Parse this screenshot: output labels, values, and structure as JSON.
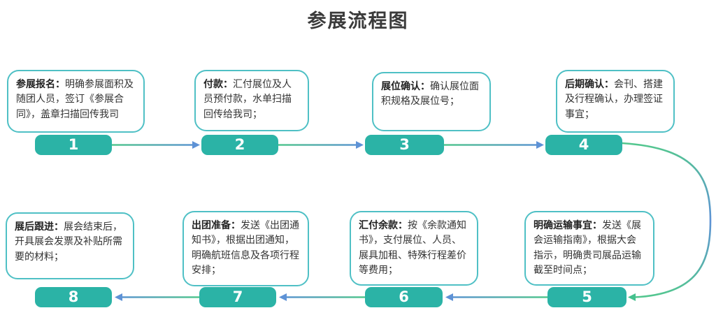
{
  "title": "参展流程图",
  "colors": {
    "bar_teal": "#2bb3a6",
    "box_border": "#4fc0c5",
    "arrow_green": "#53c78e",
    "arrow_blue": "#5e92d6"
  },
  "steps": [
    {
      "number": "1",
      "label": "参展报名：",
      "text": "明确参展面积及随团人员，签订《参展合同》，盖章扫描回传我司"
    },
    {
      "number": "2",
      "label": "付款：",
      "text": "汇付展位及人员预付款，水单扫描回传给我司；"
    },
    {
      "number": "3",
      "label": "展位确认：",
      "text": "确认展位面积规格及展位号；"
    },
    {
      "number": "4",
      "label": "后期确认：",
      "text": "会刊、搭建及行程确认，办理签证事宜；"
    },
    {
      "number": "5",
      "label": "明确运输事宜：",
      "text": "发送《展会运输指南》，根据大会指示，明确贵司展品运输截至时间点；"
    },
    {
      "number": "6",
      "label": "汇付余款：",
      "text": "按《余款通知书》，支付展位、人员、展具加租、特殊行程差价等费用；"
    },
    {
      "number": "7",
      "label": "出团准备：",
      "text": "发送《出团通知书》，根据出团通知，明确航班信息及各项行程安排；"
    },
    {
      "number": "8",
      "label": "展后跟进：",
      "text": "展会结束后，开具展会发票及补贴所需要的材料；"
    }
  ]
}
